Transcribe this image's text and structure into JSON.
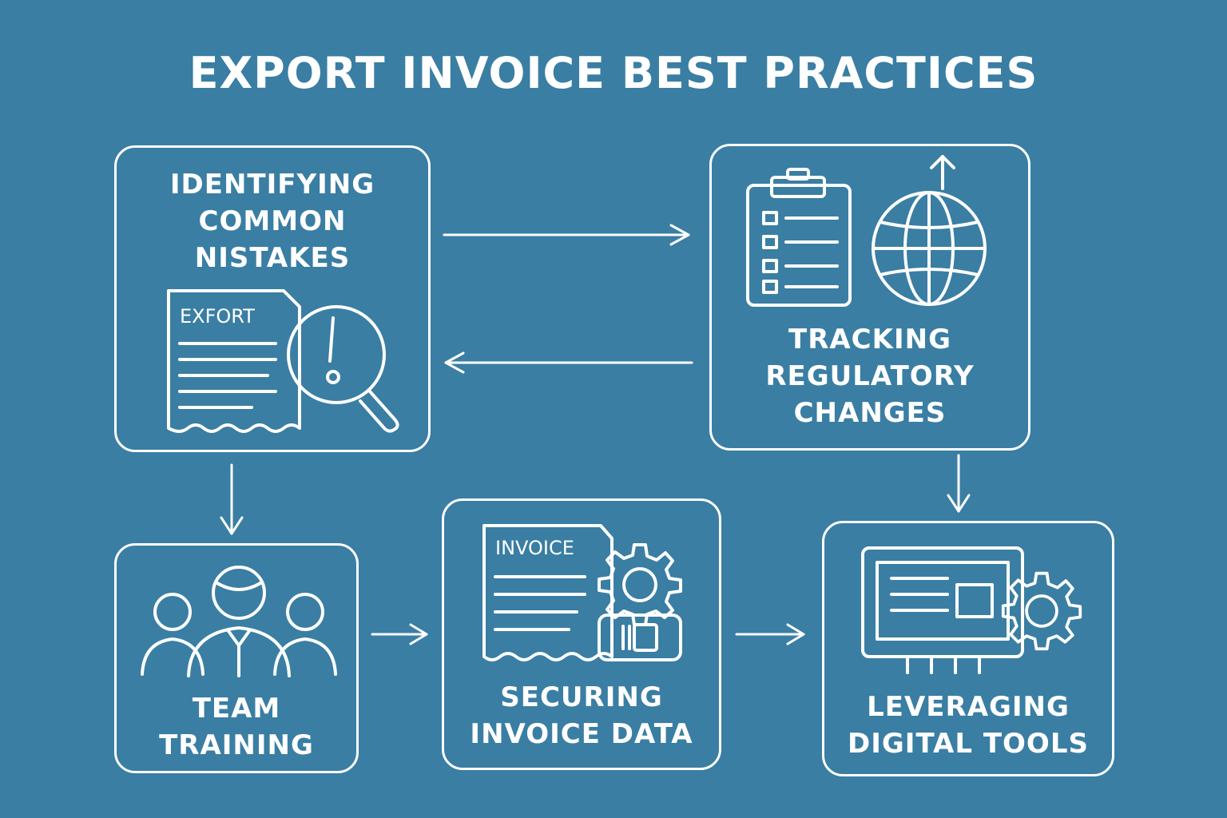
{
  "title": "EXPORT INVOICE BEST PRACTICES",
  "nodes": {
    "mistakes": {
      "label": [
        "IDENTIFYING",
        "COMMON",
        "NISTAKES"
      ],
      "doc_text": "EXFORT"
    },
    "regulatory": {
      "label": [
        "TRACKING",
        "REGULATORY",
        "CHANGES"
      ]
    },
    "training": {
      "label": [
        "TEAM",
        "TRAINING"
      ]
    },
    "securing": {
      "label": [
        "SECURING",
        "INVOICE DATA"
      ],
      "doc_text": "INVOICE"
    },
    "digital": {
      "label": [
        "LEVERAGING",
        "DIGITAL TOOLS"
      ]
    }
  },
  "icons": {
    "mistakes": [
      "document-icon",
      "magnifier-warning-icon"
    ],
    "regulatory": [
      "clipboard-checklist-icon",
      "globe-icon",
      "up-arrow-icon"
    ],
    "training": [
      "team-people-icon"
    ],
    "securing": [
      "invoice-document-icon",
      "gear-icon",
      "card-icon"
    ],
    "digital": [
      "monitor-icon",
      "gear-icon"
    ]
  },
  "edges": [
    {
      "from": "mistakes",
      "to": "regulatory"
    },
    {
      "from": "regulatory",
      "to": "mistakes"
    },
    {
      "from": "mistakes",
      "to": "training"
    },
    {
      "from": "regulatory",
      "to": "digital"
    },
    {
      "from": "training",
      "to": "securing"
    },
    {
      "from": "securing",
      "to": "digital"
    }
  ],
  "colors": {
    "background": "#3a7ea3",
    "ink": "#ffffff"
  }
}
